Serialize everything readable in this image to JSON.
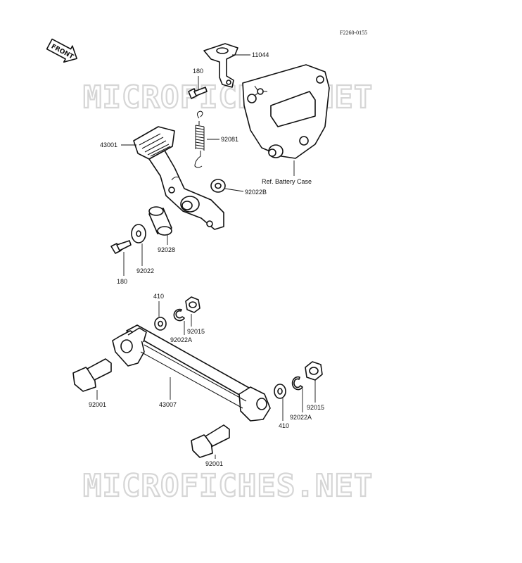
{
  "diagram": {
    "code": "F2260-0155",
    "direction_label": "FRONT",
    "watermark": "MICROFICHES.NET",
    "parts": {
      "bracket": "11044",
      "bolt_top": "180",
      "spring": "92081",
      "pedal": "43001",
      "battery_ref": "Ref. Battery Case",
      "washer_b": "92022B",
      "bushing": "92028",
      "washer": "92022",
      "bolt_bottom": "180",
      "washer_410_top": "410",
      "nut_top": "92015",
      "clip_top": "92022A",
      "bolt_left": "92001",
      "rod": "43007",
      "clip_right": "92022A",
      "nut_right": "92015",
      "washer_410_right": "410",
      "bolt_lower": "92001"
    }
  }
}
